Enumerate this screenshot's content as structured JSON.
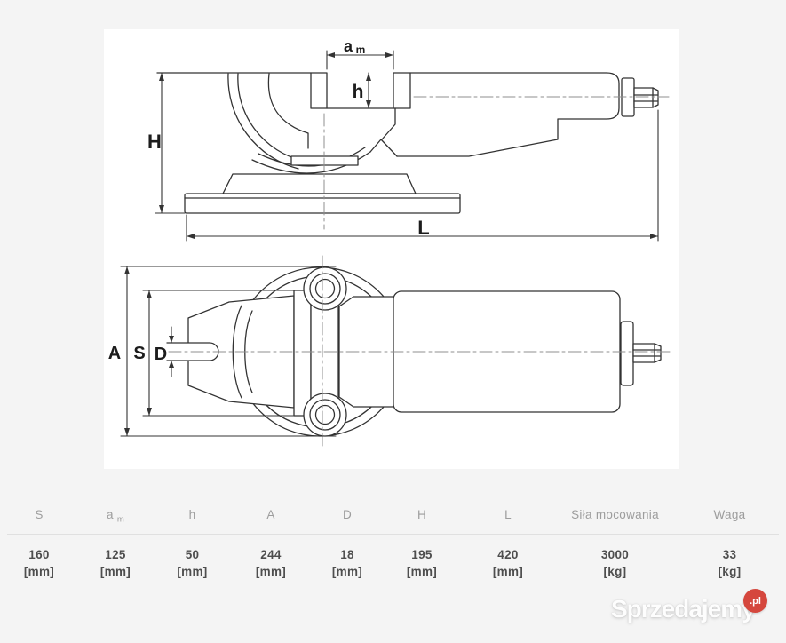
{
  "drawing": {
    "labels": {
      "am_main": "a",
      "am_sub": "m",
      "h": "h",
      "H": "H",
      "L": "L",
      "A": "A",
      "S": "S",
      "D": "D"
    }
  },
  "table": {
    "columns": [
      {
        "header": "S",
        "sub": "",
        "value": "160",
        "unit": "[mm]"
      },
      {
        "header": "a",
        "sub": "m",
        "value": "125",
        "unit": "[mm]"
      },
      {
        "header": "h",
        "sub": "",
        "value": "50",
        "unit": "[mm]"
      },
      {
        "header": "A",
        "sub": "",
        "value": "244",
        "unit": "[mm]"
      },
      {
        "header": "D",
        "sub": "",
        "value": "18",
        "unit": "[mm]"
      },
      {
        "header": "H",
        "sub": "",
        "value": "195",
        "unit": "[mm]"
      },
      {
        "header": "L",
        "sub": "",
        "value": "420",
        "unit": "[mm]"
      },
      {
        "header": "Siła mocowania",
        "sub": "",
        "value": "3000",
        "unit": "[kg]"
      },
      {
        "header": "Waga",
        "sub": "",
        "value": "33",
        "unit": "[kg]"
      }
    ]
  },
  "watermark": {
    "brand": "Sprzedajemy",
    "badge": ".pl"
  }
}
